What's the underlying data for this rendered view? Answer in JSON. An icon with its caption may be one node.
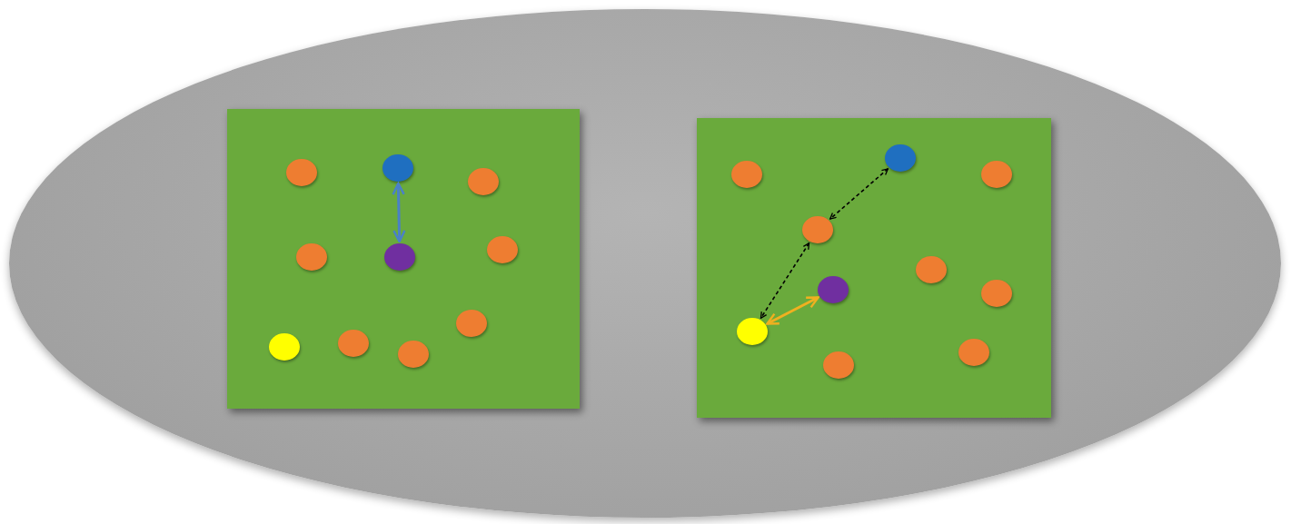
{
  "diagram": {
    "nodes": [
      {
        "text": [],
        "shape": "ellipse"
      },
      {
        "text": [],
        "shape": "box",
        "in": 0
      },
      {
        "text": [],
        "shape": "circle",
        "in": 1
      },
      {
        "text": [],
        "shape": "circle",
        "in": 1
      },
      {
        "text": [],
        "shape": "circle",
        "in": 1
      },
      {
        "text": [],
        "shape": "circle",
        "in": 1
      },
      {
        "text": [],
        "shape": "circle",
        "in": 1
      },
      {
        "text": [],
        "shape": "circle",
        "in": 1
      },
      {
        "text": [],
        "shape": "circle",
        "in": 1
      },
      {
        "text": [],
        "shape": "circle",
        "in": 1
      },
      {
        "text": [],
        "shape": "circle",
        "in": 1
      },
      {
        "text": [],
        "shape": "circle",
        "in": 1
      },
      {
        "text": [],
        "shape": "box",
        "in": 0
      },
      {
        "text": [],
        "shape": "circle",
        "in": 12
      },
      {
        "text": [],
        "shape": "circle",
        "in": 12
      },
      {
        "text": [],
        "shape": "circle",
        "in": 12
      },
      {
        "text": [],
        "shape": "circle",
        "in": 12
      },
      {
        "text": [],
        "shape": "circle",
        "in": 12
      },
      {
        "text": [],
        "shape": "circle",
        "in": 12
      },
      {
        "text": [],
        "shape": "circle",
        "in": 12
      },
      {
        "text": [],
        "shape": "circle",
        "in": 12
      },
      {
        "text": [],
        "shape": "circle",
        "in": 12
      },
      {
        "text": [],
        "shape": "circle",
        "in": 12
      }
    ],
    "edges": [
      {
        "from": 3,
        "to": 6,
        "arrow": "both",
        "color": "#4a80c8"
      },
      {
        "from": 14,
        "to": 16,
        "arrow": "both",
        "style": "dashed"
      },
      {
        "from": 16,
        "to": 20,
        "arrow": "both",
        "style": "dashed"
      },
      {
        "from": 20,
        "to": 18,
        "arrow": "both",
        "color": "#f0b020"
      }
    ]
  }
}
